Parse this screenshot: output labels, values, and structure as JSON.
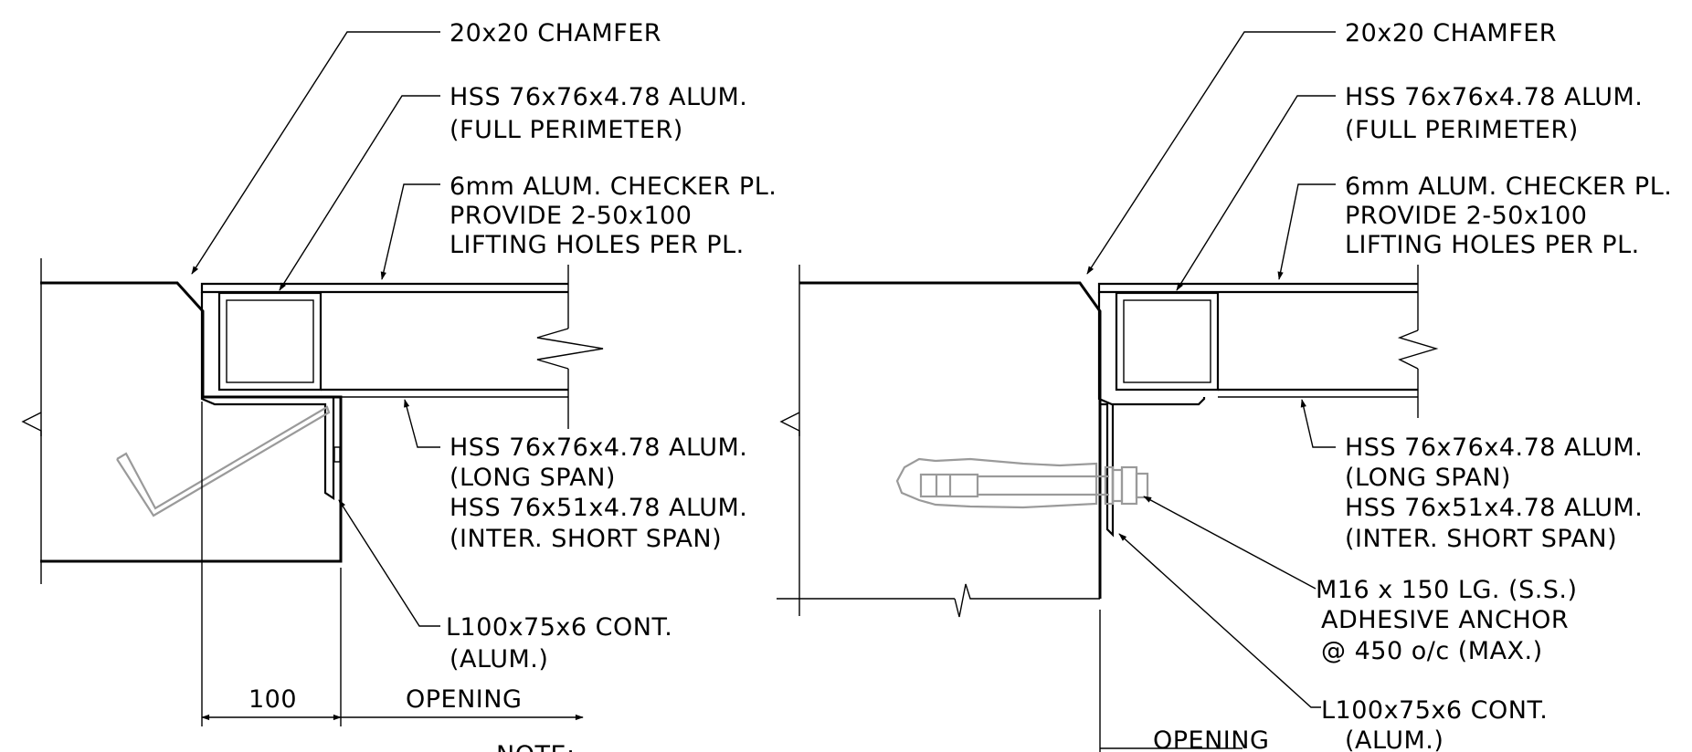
{
  "left_detail": {
    "chamfer": "20x20 CHAMFER",
    "hss_perimeter": [
      "HSS 76x76x4.78 ALUM.",
      "(FULL PERIMETER)"
    ],
    "checker_plate": [
      "6mm ALUM. CHECKER PL.",
      "PROVIDE 2-50x100",
      "LIFTING HOLES PER PL."
    ],
    "hss_span": [
      "HSS 76x76x4.78 ALUM.",
      "(LONG SPAN)",
      "HSS 76x51x4.78 ALUM.",
      "(INTER. SHORT SPAN)"
    ],
    "angle": [
      "L100x75x6 CONT.",
      "(ALUM.)"
    ],
    "dim_100": "100",
    "dim_opening": "OPENING",
    "note": "NOTE:"
  },
  "right_detail": {
    "chamfer": "20x20 CHAMFER",
    "hss_perimeter": [
      "HSS 76x76x4.78 ALUM.",
      "(FULL PERIMETER)"
    ],
    "checker_plate": [
      "6mm ALUM. CHECKER PL.",
      "PROVIDE 2-50x100",
      "LIFTING HOLES PER PL."
    ],
    "hss_span": [
      "HSS 76x76x4.78 ALUM.",
      "(LONG SPAN)",
      "HSS 76x51x4.78 ALUM.",
      "(INTER. SHORT SPAN)"
    ],
    "anchor": [
      "M16 x 150 LG. (S.S.)",
      "ADHESIVE ANCHOR",
      "@ 450 o/c (MAX.)"
    ],
    "angle": [
      "L100x75x6 CONT.",
      "(ALUM.)"
    ],
    "dim_opening": "OPENING"
  },
  "colors": {
    "linework": "#000000",
    "anchor": "#9a9a9a",
    "background": "#ffffff"
  }
}
